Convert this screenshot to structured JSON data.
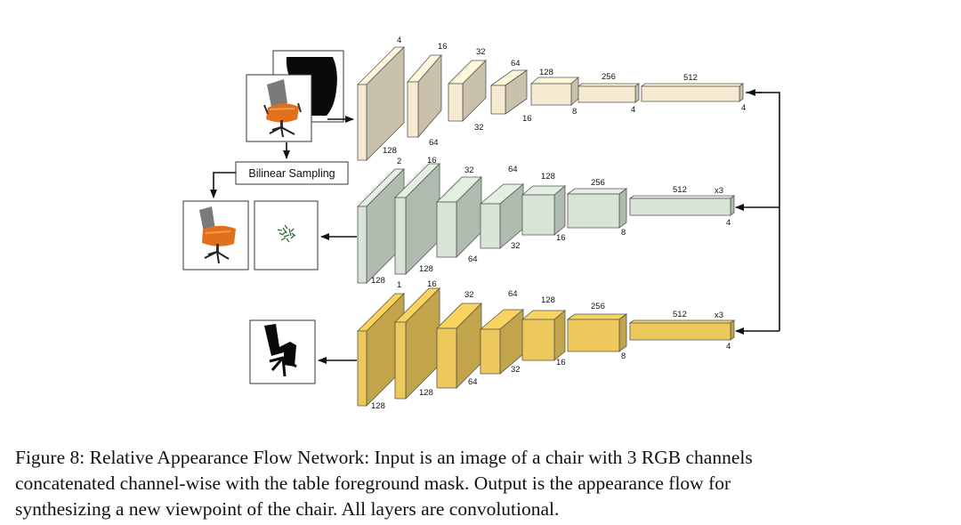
{
  "caption": {
    "line1": "Figure 8: Relative Appearance Flow Network: Input is an image of a chair with 3 RGB channels",
    "line2": "concatenated channel-wise with the table foreground mask.  Output is the appearance flow for",
    "line3": "synthesizing a new viewpoint of the chair. All layers are convolutional."
  },
  "bilinear_label": "Bilinear Sampling",
  "colors": {
    "encoder": "#f6ebd0",
    "flow_decoder": "#d7e4d6",
    "mask_decoder": "#ecc95a"
  },
  "images": {
    "input_chair": "chair-photo",
    "table_mask": "table-mask",
    "output_chair": "chair-photo",
    "flow_field": "flow-field",
    "output_mask": "chair-silhouette"
  },
  "encoder": {
    "layers": [
      {
        "top": "4",
        "side": "128"
      },
      {
        "top": "16",
        "side": "64"
      },
      {
        "top": "32",
        "side": "32"
      },
      {
        "top": "64",
        "side": "16"
      },
      {
        "top": "128",
        "side": "8"
      },
      {
        "top": "256",
        "side": "4"
      },
      {
        "top": "512",
        "side": "4"
      }
    ]
  },
  "flow_decoder": {
    "layers": [
      {
        "top": "2",
        "side": "128"
      },
      {
        "top": "16",
        "side": "128"
      },
      {
        "top": "32",
        "side": "64"
      },
      {
        "top": "64",
        "side": "32"
      },
      {
        "top": "128",
        "side": "16"
      },
      {
        "top": "256",
        "side": "8"
      },
      {
        "top": "512",
        "side": "4"
      }
    ],
    "repeat": "x3"
  },
  "mask_decoder": {
    "layers": [
      {
        "top": "1",
        "side": "128"
      },
      {
        "top": "16",
        "side": "128"
      },
      {
        "top": "32",
        "side": "64"
      },
      {
        "top": "64",
        "side": "32"
      },
      {
        "top": "128",
        "side": "16"
      },
      {
        "top": "256",
        "side": "8"
      },
      {
        "top": "512",
        "side": "4"
      }
    ],
    "repeat": "x3"
  }
}
